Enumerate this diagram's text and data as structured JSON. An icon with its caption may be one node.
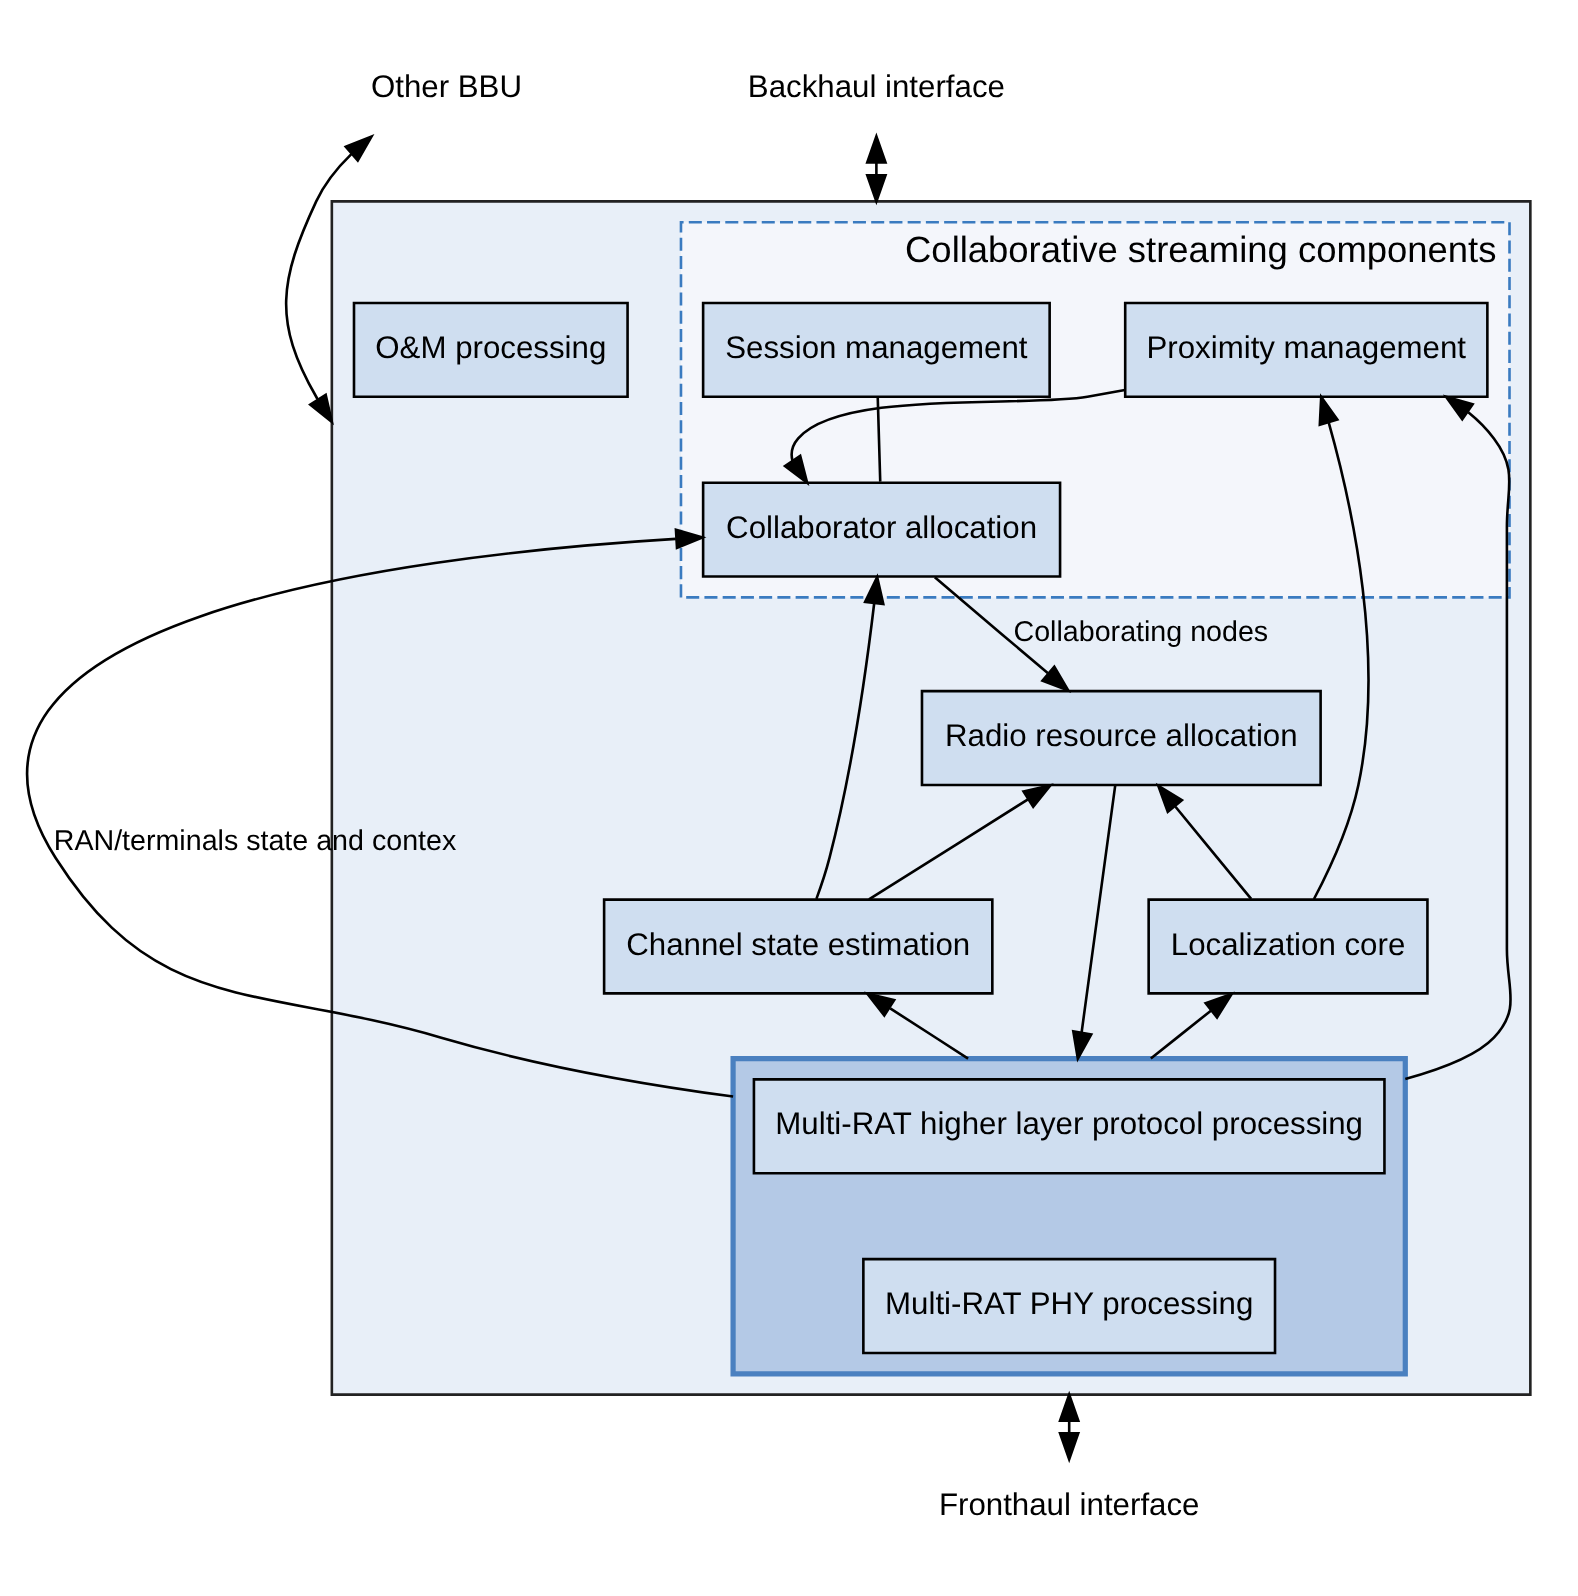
{
  "diagram": {
    "nodes": [
      {
        "text": [],
        "shape": "box"
      },
      {
        "text": [
          "Collaborative streaming components"
        ],
        "in": 0
      },
      {
        "text": [
          "Session management"
        ],
        "in": 1
      },
      {
        "text": [
          "Collaborator allocation"
        ],
        "in": 1
      },
      {
        "text": [
          "Proximity management"
        ],
        "in": 1
      },
      {
        "text": [
          "Radio resource allocation"
        ],
        "in": 0
      },
      {
        "text": [
          "O&M processing"
        ],
        "in": 0
      },
      {
        "text": [
          "Channel state estimation"
        ],
        "in": 0
      },
      {
        "text": [
          "Localization core"
        ],
        "in": 0
      },
      {
        "text": [],
        "shape": "box",
        "in": 0
      },
      {
        "text": [
          "Multi-RAT higher layer protocol processing"
        ],
        "in": 9
      },
      {
        "text": [
          "Multi-RAT PHY processing"
        ],
        "in": 9
      },
      {
        "text": [
          "Backhaul interface"
        ]
      },
      {
        "text": [
          "Other BBU"
        ]
      },
      {
        "text": [
          "Fronthaul interface"
        ]
      }
    ],
    "edges": [
      {
        "from": 12,
        "to": 0,
        "arrow": "both"
      },
      {
        "from": 13,
        "to": 0,
        "arrow": "both"
      },
      {
        "from": 14,
        "to": 0,
        "arrow": "both"
      },
      {
        "from": 2,
        "to": 3,
        "arrow": "none"
      },
      {
        "from": 3,
        "to": 5,
        "arrow": "to",
        "label": "Collaborating nodes"
      },
      {
        "from": 9,
        "to": 3,
        "arrow": "to",
        "label": "RAN/terminals state and contex"
      },
      {
        "from": 9,
        "to": 4,
        "arrow": "to"
      },
      {
        "from": 7,
        "to": 3,
        "arrow": "to"
      },
      {
        "from": 4,
        "to": 3,
        "arrow": "to"
      },
      {
        "from": 8,
        "to": 5,
        "arrow": "to"
      },
      {
        "from": 7,
        "to": 5,
        "arrow": "to"
      },
      {
        "from": 8,
        "to": 4,
        "arrow": "to"
      },
      {
        "from": 5,
        "to": 9,
        "arrow": "to"
      },
      {
        "from": 9,
        "to": 7,
        "arrow": "to"
      },
      {
        "from": 9,
        "to": 8,
        "arrow": "to"
      }
    ]
  }
}
